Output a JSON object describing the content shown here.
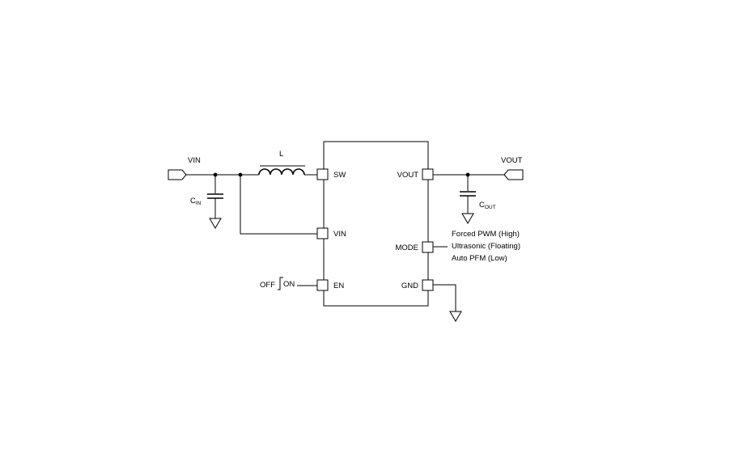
{
  "diagram": {
    "inductor_label": "L",
    "input_port": "VIN",
    "output_port": "VOUT",
    "cin_label": {
      "main": "C",
      "sub": "IN"
    },
    "cout_label": {
      "main": "C",
      "sub": "OUT"
    },
    "pins": {
      "sw": "SW",
      "vin": "VIN",
      "en": "EN",
      "vout": "VOUT",
      "mode": "MODE",
      "gnd": "GND"
    },
    "switch": {
      "off": "OFF",
      "on": "ON"
    },
    "mode_options": [
      "Forced PWM (High)",
      "Ultrasonic (Floating)",
      "Auto PFM (Low)"
    ]
  }
}
